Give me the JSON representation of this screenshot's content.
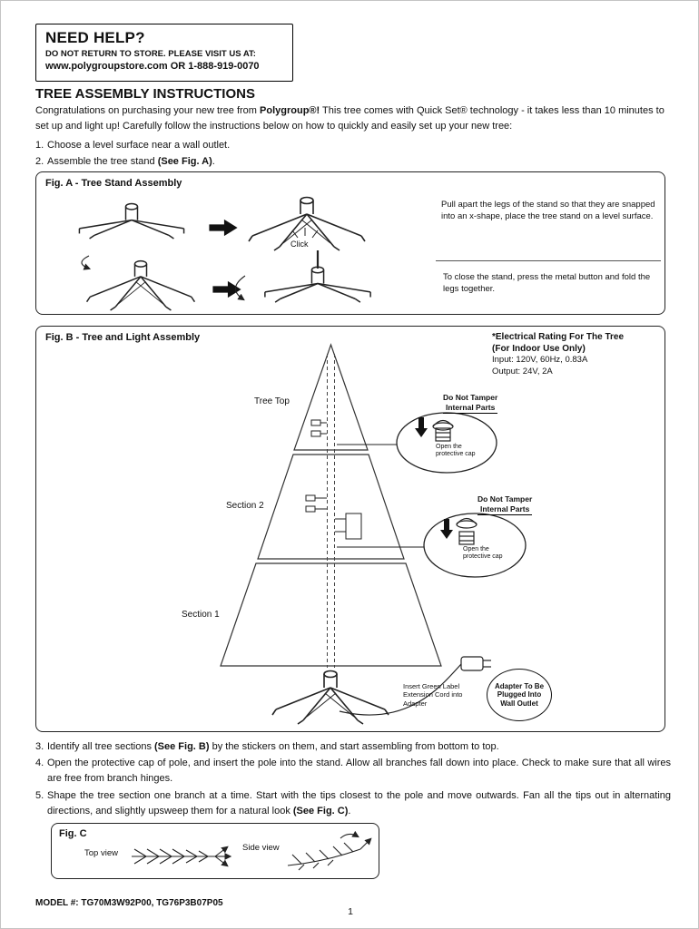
{
  "help_box": {
    "title": "NEED HELP?",
    "subtitle": "DO NOT RETURN TO STORE. PLEASE VISIT US AT:",
    "contact": "www.polygroupstore.com OR 1-888-919-0070"
  },
  "doc": {
    "title": "TREE ASSEMBLY INSTRUCTIONS",
    "intro_pre": "Congratulations on purchasing your new tree from ",
    "intro_brand": "Polygroup®!",
    "intro_post": " This tree comes with Quick Set® technology - it takes less than 10 minutes to set up and light up! Carefully follow the instructions below on how to quickly and easily set up your new tree:"
  },
  "steps": {
    "s1_num": "1.",
    "s1_text": "Choose a level surface near a wall outlet.",
    "s2_num": "2.",
    "s2_pre": "Assemble the tree stand ",
    "s2_bold": "(See Fig. A)",
    "s2_post": ".",
    "s3_num": "3.",
    "s3_pre": "Identify all tree sections ",
    "s3_bold": "(See Fig. B)",
    "s3_post": " by the stickers on them, and start assembling from bottom to top.",
    "s4_num": "4.",
    "s4_text": "Open the protective cap of pole, and insert the pole into the stand. Allow all branches fall down into place. Check to make sure that all wires are free from branch hinges.",
    "s5_num": "5.",
    "s5_pre": "Shape the tree section one branch at a time. Start with the tips closest to the pole and move outwards. Fan all the tips out in alternating directions, and slightly upsweep them for a natural look ",
    "s5_bold": "(See Fig. C)",
    "s5_post": "."
  },
  "fig_a": {
    "title": "Fig. A - Tree Stand Assembly",
    "click_label": "Click",
    "note_open": "Pull apart the legs of the stand so that they are snapped into an x-shape, place the tree stand on a level surface.",
    "note_close": "To close the stand, press the metal button and fold the legs together."
  },
  "fig_b": {
    "title": "Fig. B - Tree and Light Assembly",
    "electrical_title": "*Electrical Rating For The Tree",
    "electrical_subtitle": "(For Indoor Use Only)",
    "electrical_input": "Input: 120V, 60Hz, 0.83A",
    "electrical_output": "Output: 24V, 2A",
    "label_tree_top": "Tree Top",
    "label_section2": "Section 2",
    "label_section1": "Section 1",
    "warning_line1": "Do Not Tamper",
    "warning_line2": "Internal Parts",
    "open_cap_note": "Open the protective cap",
    "insert_note": "Insert Green Label Extension Cord into Adapter",
    "adapter_note": "Adapter To Be Plugged Into Wall Outlet"
  },
  "fig_c": {
    "title": "Fig. C",
    "top_view_label": "Top view",
    "side_view_label": "Side view"
  },
  "footer": {
    "model": "MODEL #: TG70M3W92P00, TG76P3B07P05",
    "page_number": "1"
  }
}
